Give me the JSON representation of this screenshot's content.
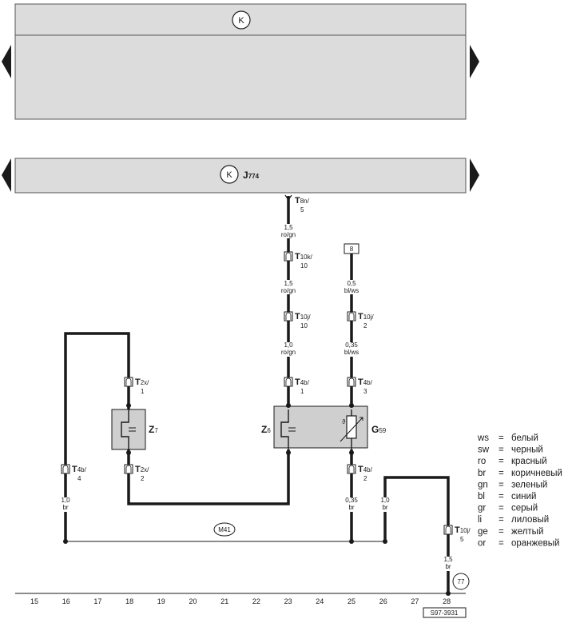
{
  "panels": {
    "top_symbol": "K",
    "second_symbol": "K",
    "second_label": "J",
    "second_label_sub": "774"
  },
  "connectors": {
    "t8n": {
      "t": "T",
      "sub": "8n/",
      "pin": "5"
    },
    "t10k": {
      "t": "T",
      "sub": "10k/",
      "pin": "10"
    },
    "t10j_10": {
      "t": "T",
      "sub": "10j/",
      "pin": "10"
    },
    "t10j_2": {
      "t": "T",
      "sub": "10j/",
      "pin": "2"
    },
    "t4b_1": {
      "t": "T",
      "sub": "4b/",
      "pin": "1"
    },
    "t4b_3": {
      "t": "T",
      "sub": "4b/",
      "pin": "3"
    },
    "t2x_1": {
      "t": "T",
      "sub": "2x/",
      "pin": "1"
    },
    "t2x_2": {
      "t": "T",
      "sub": "2x/",
      "pin": "2"
    },
    "t4b_4": {
      "t": "T",
      "sub": "4b/",
      "pin": "4"
    },
    "t4b_2": {
      "t": "T",
      "sub": "4b/",
      "pin": "2"
    },
    "t10j_5": {
      "t": "T",
      "sub": "10j/",
      "pin": "5"
    }
  },
  "wires": {
    "w1": {
      "size": "1,5",
      "color": "ro/gn"
    },
    "w2": {
      "size": "1,5",
      "color": "ro/gn"
    },
    "w3": {
      "size": "1,0",
      "color": "ro/gn"
    },
    "w4": {
      "size": "0,5",
      "color": "bl/ws"
    },
    "w5": {
      "size": "0,35",
      "color": "bl/ws"
    },
    "w6": {
      "size": "1,0",
      "color": "br"
    },
    "w7": {
      "size": "0,35",
      "color": "br"
    },
    "w8": {
      "size": "1,0",
      "color": "br"
    },
    "w9": {
      "size": "1,5",
      "color": "br"
    }
  },
  "components": {
    "z7": {
      "name": "Z",
      "sub": "7"
    },
    "z6": {
      "name": "Z",
      "sub": "6"
    },
    "g59": {
      "name": "G",
      "sub": "59"
    }
  },
  "refs": {
    "box8": "8",
    "m41": "M41",
    "circle77": "77",
    "code": "S97-3931"
  },
  "scale": [
    "15",
    "16",
    "17",
    "18",
    "19",
    "20",
    "21",
    "22",
    "23",
    "24",
    "25",
    "26",
    "27",
    "28"
  ],
  "legend": [
    {
      "code": "ws",
      "eq": "=",
      "name": "белый"
    },
    {
      "code": "sw",
      "eq": "=",
      "name": "черный"
    },
    {
      "code": "ro",
      "eq": "=",
      "name": "красный"
    },
    {
      "code": "br",
      "eq": "=",
      "name": "коричневый"
    },
    {
      "code": "gn",
      "eq": "=",
      "name": "зеленый"
    },
    {
      "code": "bl",
      "eq": "=",
      "name": "синий"
    },
    {
      "code": "gr",
      "eq": "=",
      "name": "серый"
    },
    {
      "code": "li",
      "eq": "=",
      "name": "лиловый"
    },
    {
      "code": "ge",
      "eq": "=",
      "name": "желтый"
    },
    {
      "code": "or",
      "eq": "=",
      "name": "оранжевый"
    }
  ],
  "colors": {
    "panel": "#dcdcdc",
    "wire": "#1a1a1a",
    "component": "#cfcfcf"
  }
}
